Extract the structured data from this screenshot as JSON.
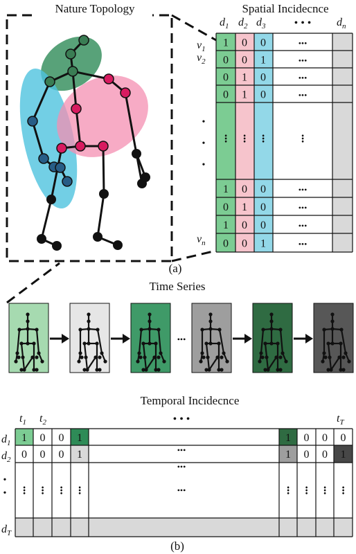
{
  "titles": {
    "nature_topology": "Nature Topology",
    "spatial_incidence": "Spatial Incidecnce",
    "time_series": "Time Series",
    "temporal_incidence": "Temporal Incidecnce",
    "caption_a": "(a)",
    "caption_b": "(b)"
  },
  "symbols": {
    "d": "d",
    "v": "v",
    "t": "t",
    "sub_1": "1",
    "sub_2": "2",
    "sub_3": "3",
    "sub_n": "n",
    "sub_T": "T",
    "ellipsis_h": "• • •",
    "ellipsis_v": "•",
    "cell_dots": "•••"
  },
  "colors": {
    "green_col": "#7ccc93",
    "pink_col": "#f6c4cc",
    "blue_col": "#93d8e8",
    "gray_col": "#d9d9d9",
    "hyper_green": "#2e8b57",
    "hyper_pink": "#f48fb1",
    "hyper_blue": "#4fc3df",
    "joint_green": "#3a7d54",
    "joint_pink": "#d81b60",
    "joint_blue": "#275d86",
    "frame_colors": [
      "#a6dab0",
      "#e6e6e6",
      "#3f9a68",
      "#9e9e9e",
      "#2f6b42",
      "#575757"
    ],
    "temporal_d1": [
      "#7ccc93",
      null,
      null,
      "#2e8b57"
    ],
    "temporal_d1_right": [
      "#2f6b42",
      null,
      null,
      null
    ],
    "temporal_d2": [
      null,
      null,
      null,
      "#d9d9d9"
    ],
    "temporal_d2_right": [
      "#9e9e9e",
      null,
      null,
      "#474747"
    ]
  },
  "spatial_matrix": {
    "rows_top": [
      [
        "1",
        "0",
        "0"
      ],
      [
        "0",
        "0",
        "1"
      ],
      [
        "0",
        "1",
        "0"
      ],
      [
        "0",
        "1",
        "0"
      ]
    ],
    "rows_bottom": [
      [
        "1",
        "0",
        "0"
      ],
      [
        "0",
        "1",
        "0"
      ],
      [
        "1",
        "0",
        "0"
      ],
      [
        "0",
        "0",
        "1"
      ]
    ]
  },
  "temporal_matrix": {
    "d1_left": [
      "1",
      "0",
      "0",
      "1"
    ],
    "d1_right": [
      "1",
      "0",
      "0",
      "0"
    ],
    "d2_left": [
      "0",
      "0",
      "0",
      "1"
    ],
    "d2_right": [
      "1",
      "0",
      "0",
      "1"
    ]
  }
}
